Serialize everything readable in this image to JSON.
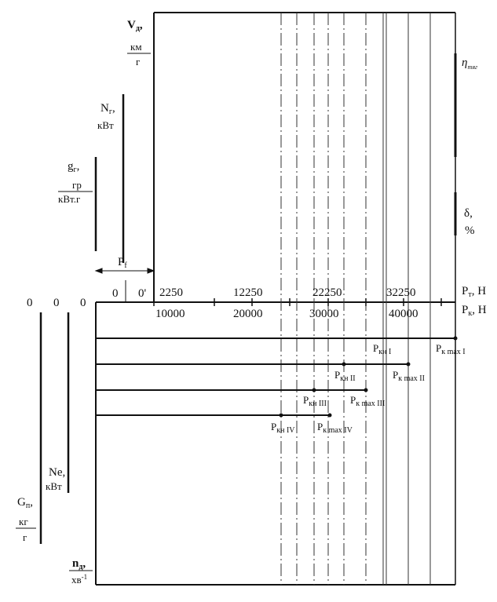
{
  "labels": {
    "v_d_symbol": "V",
    "v_d_sub": "д",
    "v_d_comma": ",",
    "v_d_unit_num": "км",
    "v_d_unit_den": "г",
    "n_t_symbol": "N",
    "n_t_sub": "г",
    "n_t_comma": ",",
    "n_t_unit": "кВт",
    "g_t_symbol": "g",
    "g_t_sub": "г",
    "g_t_comma": ",",
    "g_t_unit_num": "гр",
    "g_t_unit_den": "кВт.г",
    "p_f": "P",
    "p_f_sub": "f",
    "zero": "0",
    "zero_prime": "0'",
    "eta_symbol": "η",
    "eta_sub": "тяг",
    "delta_symbol": "δ,",
    "delta_unit": "%",
    "p_t_axis": "P",
    "p_t_axis_sub": "т",
    "p_t_axis_unit": ", Н",
    "p_k_axis": "P",
    "p_k_axis_sub": "к",
    "p_k_axis_unit": ", Н",
    "ne_symbol": "Ne,",
    "ne_unit": "кВт",
    "g_n_symbol": "G",
    "g_n_sub": "п",
    "g_n_comma": ",",
    "g_n_unit_num": "кг",
    "g_n_unit_den": "г",
    "n_d_symbol": "n",
    "n_d_sub": "д",
    "n_d_comma": ",",
    "n_d_unit": "хв",
    "n_d_unit_exp": "-1",
    "zero_left_1": "0",
    "zero_left_2": "0",
    "zero_left_3": "0"
  },
  "top_ticks": [
    "2250",
    "12250",
    "22250",
    "32250"
  ],
  "bottom_ticks": [
    "10000",
    "20000",
    "30000",
    "40000"
  ],
  "gears": [
    {
      "kn_main": "P",
      "kn_sub": "кн I",
      "max_main": "P",
      "max_sub": "к max I"
    },
    {
      "kn_main": "P",
      "kn_sub": "кн II",
      "max_main": "P",
      "max_sub": "к max II"
    },
    {
      "kn_main": "P",
      "kn_sub": "кн III",
      "max_main": "P",
      "max_sub": "к max III"
    },
    {
      "kn_main": "P",
      "kn_sub": "кн IV",
      "max_main": "P",
      "max_sub": "к max IV"
    }
  ]
}
